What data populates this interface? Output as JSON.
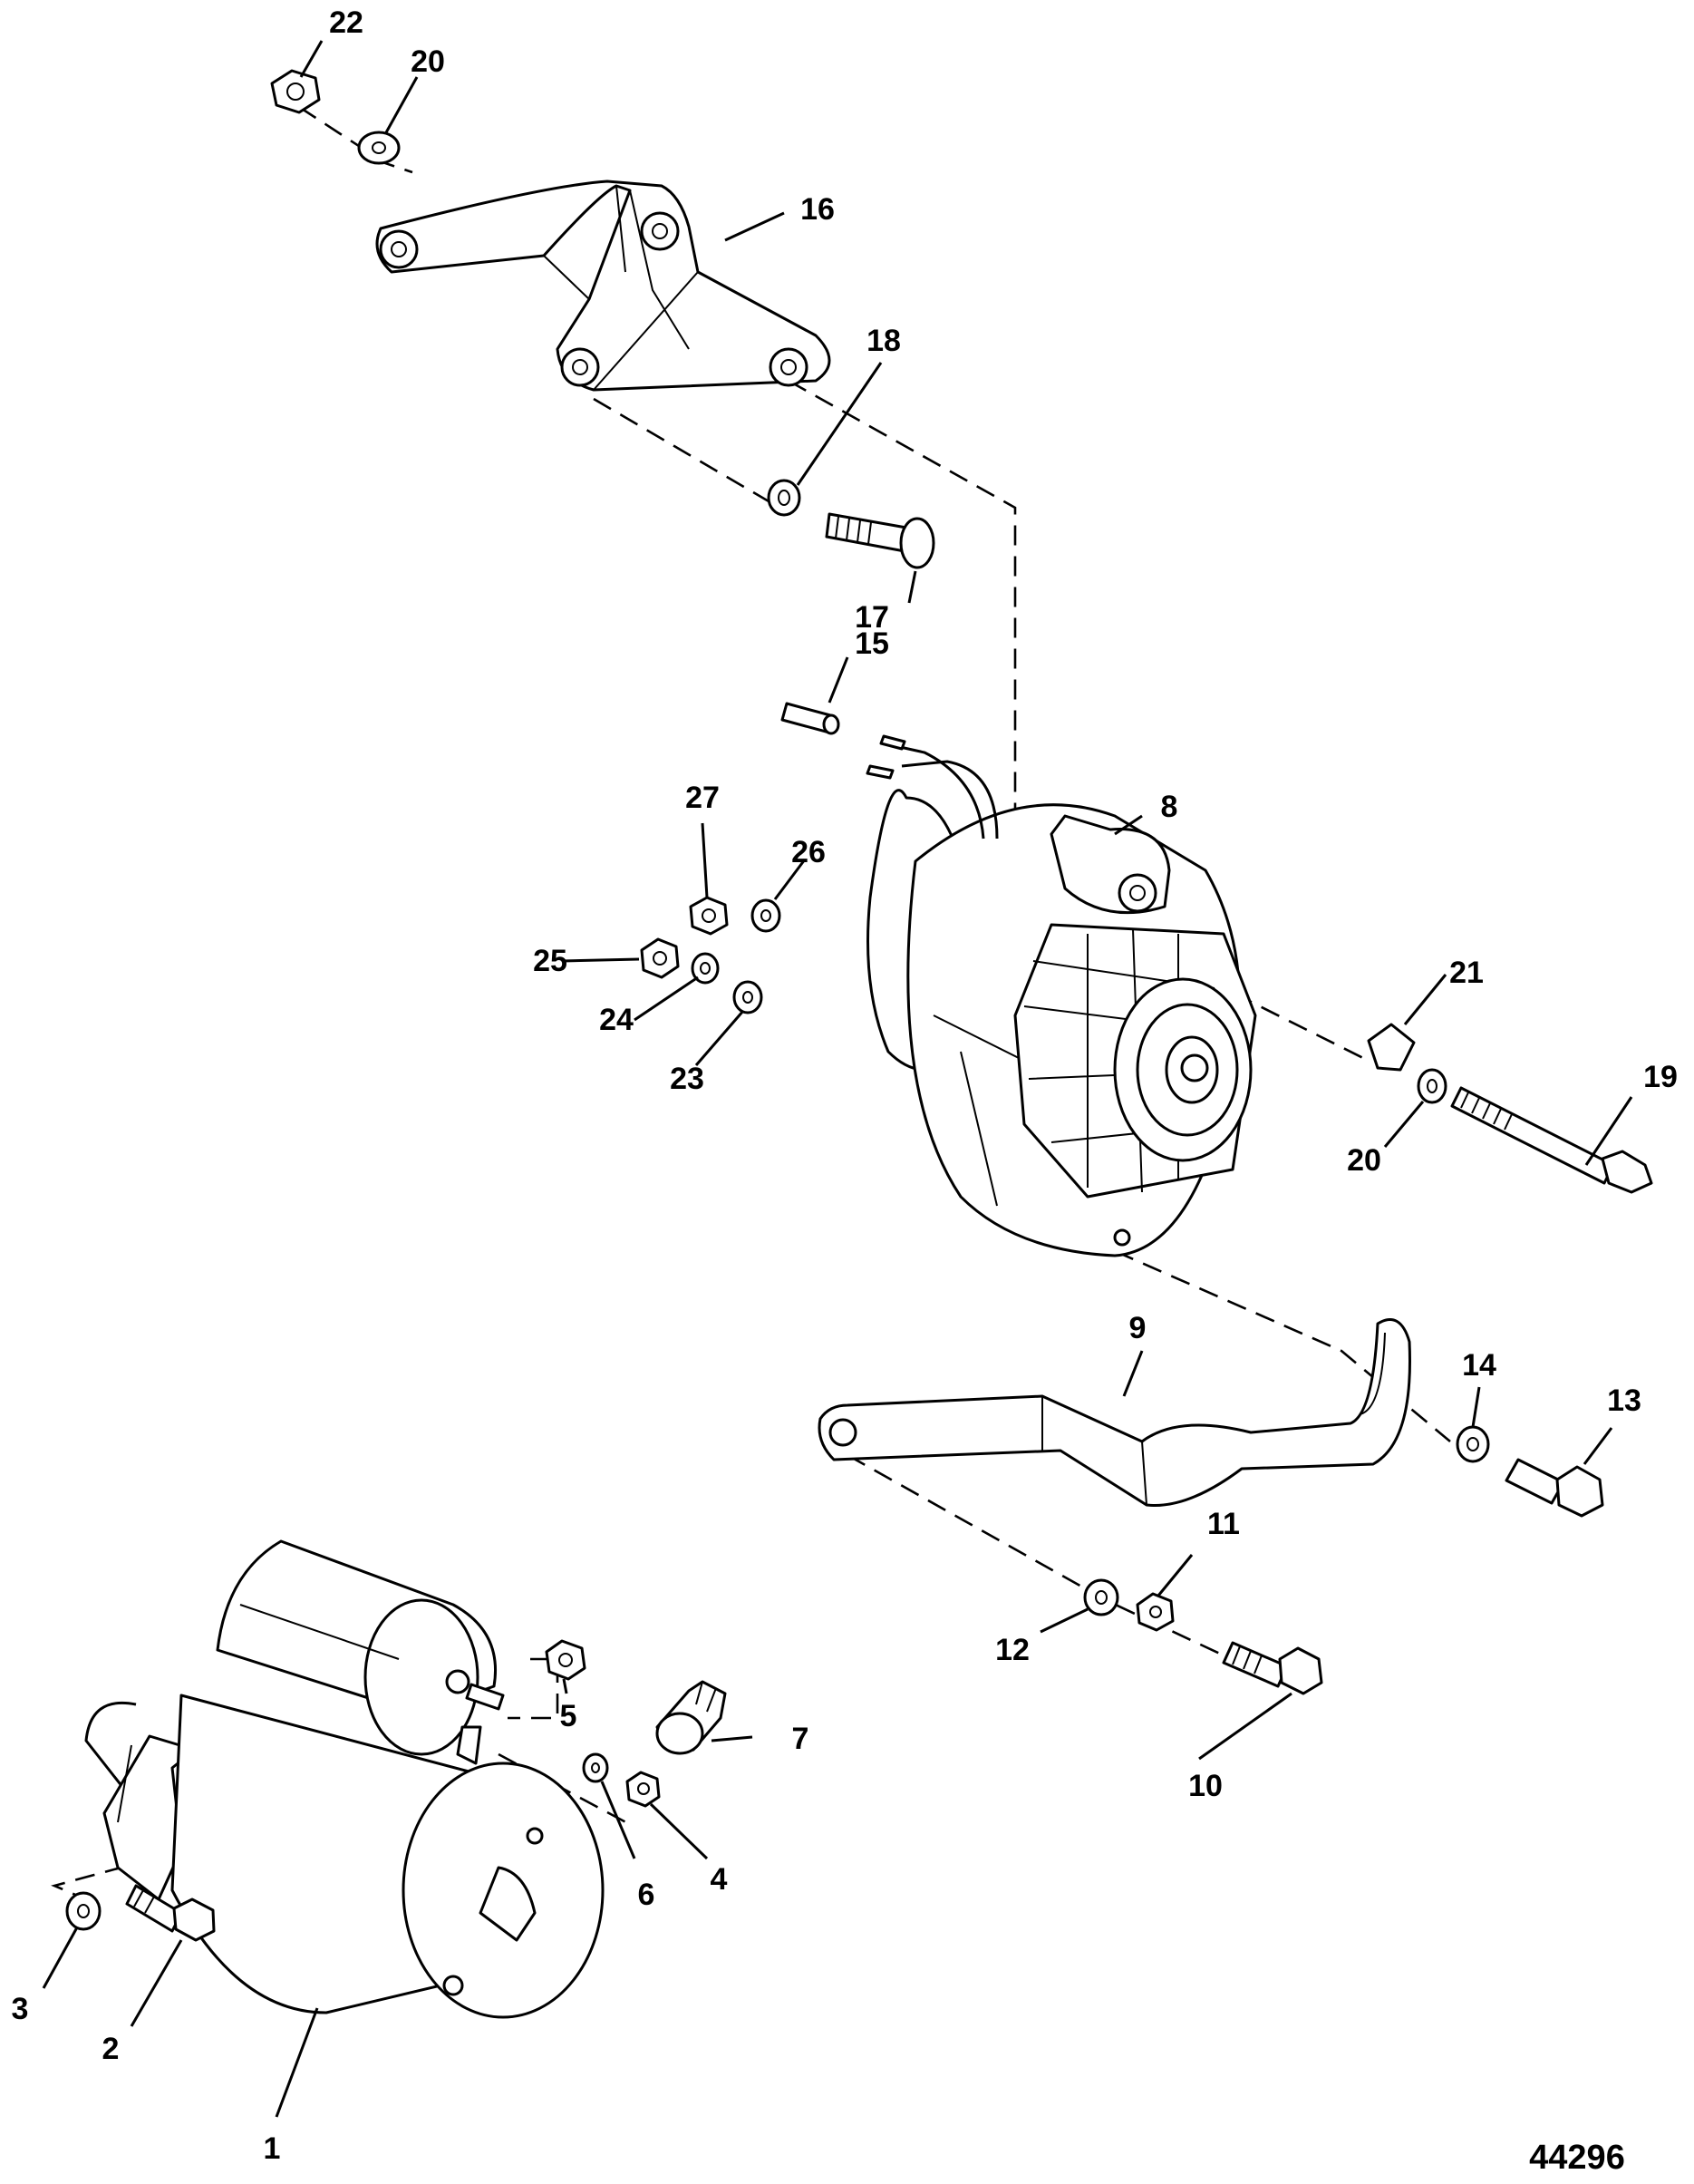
{
  "figure_number": "44296",
  "callouts": [
    "1",
    "2",
    "3",
    "4",
    "5",
    "6",
    "7",
    "8",
    "9",
    "10",
    "11",
    "12",
    "13",
    "14",
    "15",
    "16",
    "17",
    "18",
    "19",
    "20",
    "20",
    "21",
    "22",
    "23",
    "24",
    "25",
    "26",
    "27"
  ]
}
